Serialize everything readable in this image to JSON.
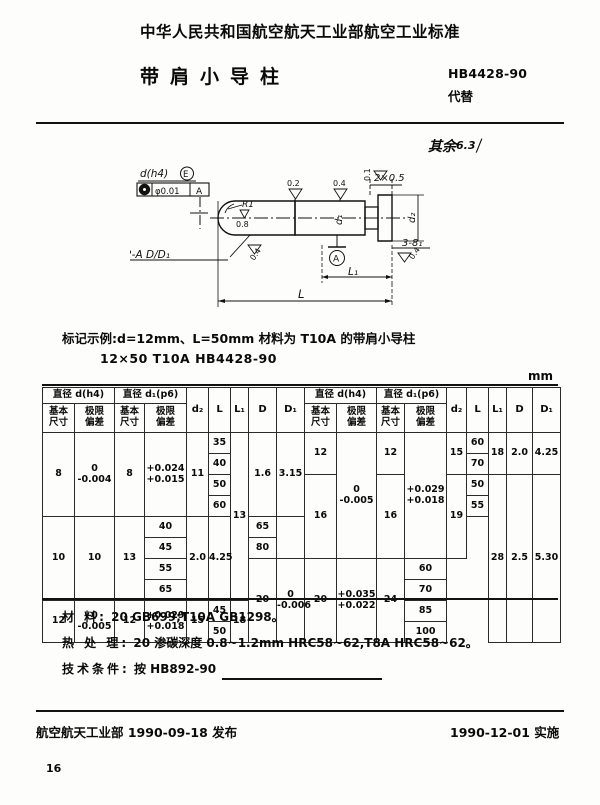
{
  "header": {
    "organization": "中华人民共和国航空航天工业部航空工业标准",
    "title": "带肩小导柱",
    "standard_code": "HB4428-90",
    "replaces_label": "代替"
  },
  "drawing": {
    "surface_note_label": "其余",
    "surface_note_value": "6.3",
    "gdt_top_label": "d(h4)",
    "gdt_envelope": "E",
    "gdt_tolerance": "φ0.01",
    "gdt_datum": "A",
    "chamfer_callout": "2×0.5",
    "radius_callout": "R1",
    "datum_callout": "2-A D/D₁",
    "dim_d1": "d₁",
    "dim_d2": "d₂",
    "dim_L": "L",
    "dim_L1": "L₁",
    "taper_callout": "3-8₁",
    "rough_02": "0.2",
    "rough_04": "0.4",
    "rough_08": "0.8",
    "rough_01": "0.1",
    "rough_04b": "0.4",
    "datum_letter_a": "A"
  },
  "marking": {
    "line1": "标记示例:d=12mm、L=50mm 材料为 T10A 的带肩小导柱",
    "line2": "12×50   T10A   HB4428-90",
    "unit": "mm"
  },
  "table": {
    "group_headers": {
      "d_h4": "直径 d(h4)",
      "d1_p6": "直径 d₁(p6)"
    },
    "sub_headers": {
      "basic_line1": "基本",
      "basic_line2": "尺寸",
      "dev_line1": "极限",
      "dev_line2": "偏差"
    },
    "plain_headers": {
      "d2": "d₂",
      "L": "L",
      "L1": "L₁",
      "D": "D",
      "D1": "D₁"
    },
    "left": {
      "d_basic": [
        "8",
        "10",
        "12"
      ],
      "d_dev": [
        {
          "upper": "0",
          "lower": "-0.004"
        },
        {
          "upper": "0",
          "lower": "-0.005"
        }
      ],
      "d1_basic": [
        "8",
        "10",
        "12"
      ],
      "d1_dev": [
        {
          "upper": "+0.024",
          "lower": "+0.015"
        },
        {
          "upper": "+0.029",
          "lower": "+0.018"
        }
      ],
      "d2": [
        "11",
        "13",
        "15"
      ],
      "L": [
        "35",
        "40",
        "50",
        "60",
        "40",
        "45",
        "55",
        "65",
        "45",
        "50"
      ],
      "L1": [
        "13",
        "18"
      ],
      "D": [
        "1.6",
        "2.0"
      ],
      "D1": [
        "3.15",
        "4.25"
      ]
    },
    "right": {
      "d_basic": [
        "12",
        "16",
        "20"
      ],
      "d_dev": [
        {
          "upper": "0",
          "lower": "-0.005"
        },
        {
          "upper": "0",
          "lower": "-0.006"
        }
      ],
      "d1_basic": [
        "12",
        "16",
        "20"
      ],
      "d1_dev": [
        {
          "upper": "+0.029",
          "lower": "+0.018"
        },
        {
          "upper": "+0.035",
          "lower": "+0.022"
        }
      ],
      "d2": [
        "15",
        "19",
        "24"
      ],
      "L": [
        "60",
        "70",
        "50",
        "55",
        "65",
        "80",
        "60",
        "70",
        "85",
        "100"
      ],
      "L1": [
        "18",
        "28"
      ],
      "D": [
        "2.0",
        "2.5"
      ],
      "D1": [
        "4.25",
        "5.30"
      ]
    }
  },
  "notes": {
    "material_label": "材    料:",
    "material_value": "20 GB699;T10A   GB1298。",
    "heat_label": "热 处 理:",
    "heat_value": "20 渗碳深度 0.8~1.2mm   HRC58~62,T8A HRC58~62。",
    "tech_label": "技术条件:",
    "tech_value": "按 HB892-90"
  },
  "footer": {
    "issued": "航空航天工业部 1990-09-18 发布",
    "effective": "1990-12-01 实施",
    "page_number": "16"
  }
}
